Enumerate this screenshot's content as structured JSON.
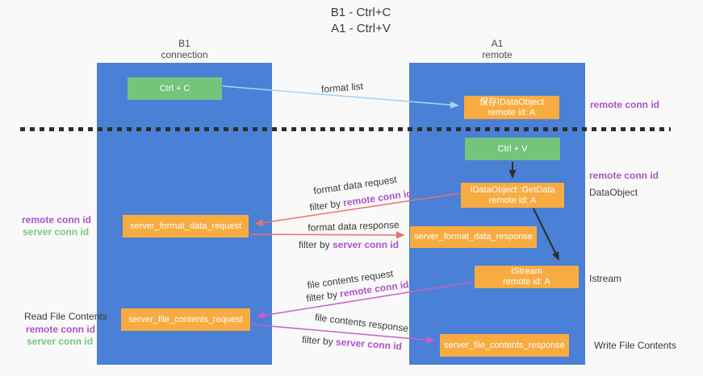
{
  "title": {
    "line1": "B1 - Ctrl+C",
    "line2": "A1 - Ctrl+V"
  },
  "columns": {
    "left": {
      "title": "B1",
      "subtitle": "connection"
    },
    "right": {
      "title": "A1",
      "subtitle": "remote"
    }
  },
  "boxes": {
    "ctrl_c": {
      "label": "Ctrl + C"
    },
    "ctrl_v": {
      "label": "Ctrl + V"
    },
    "saved_dataobject": {
      "line1": "保存IDataObject",
      "line2": "remote id: A"
    },
    "getdata": {
      "line1": "IDataObject::GetData",
      "line2": "remote id: A"
    },
    "istream": {
      "line1": "IStream",
      "line2": "remote id: A"
    },
    "format_request": {
      "label": "server_format_data_request"
    },
    "format_response": {
      "label": "server_format_data_response"
    },
    "file_request": {
      "label": "server_file_contents_request"
    },
    "file_response": {
      "label": "server_file_contents_response"
    }
  },
  "arrow_labels": {
    "format_list": "format list",
    "format_data_request": "format data request",
    "format_data_response": "format data response",
    "file_contents_request": "file contents request",
    "file_contents_response": "file contents response",
    "filter_by_prefix": "filter by ",
    "remote_conn_id": "remote conn id",
    "server_conn_id": "server conn id"
  },
  "side_labels": {
    "remote_conn_id": "remote conn id",
    "server_conn_id": "server conn id",
    "dataobject": "DataObject",
    "istream": "Istream",
    "read_file_contents": "Read File Contents",
    "write_file_contents": "Write File Contents"
  },
  "colors": {
    "lane_blue": "#4a80d5",
    "box_green": "#74c47c",
    "box_orange": "#f8ab40",
    "arrow_light_blue": "#aad4f0",
    "arrow_black": "#2e2e2e",
    "arrow_salmon": "#e8736f",
    "arrow_magenta": "#c95fc9",
    "text_purple": "#ad53c6",
    "text_green": "#79c77f"
  }
}
